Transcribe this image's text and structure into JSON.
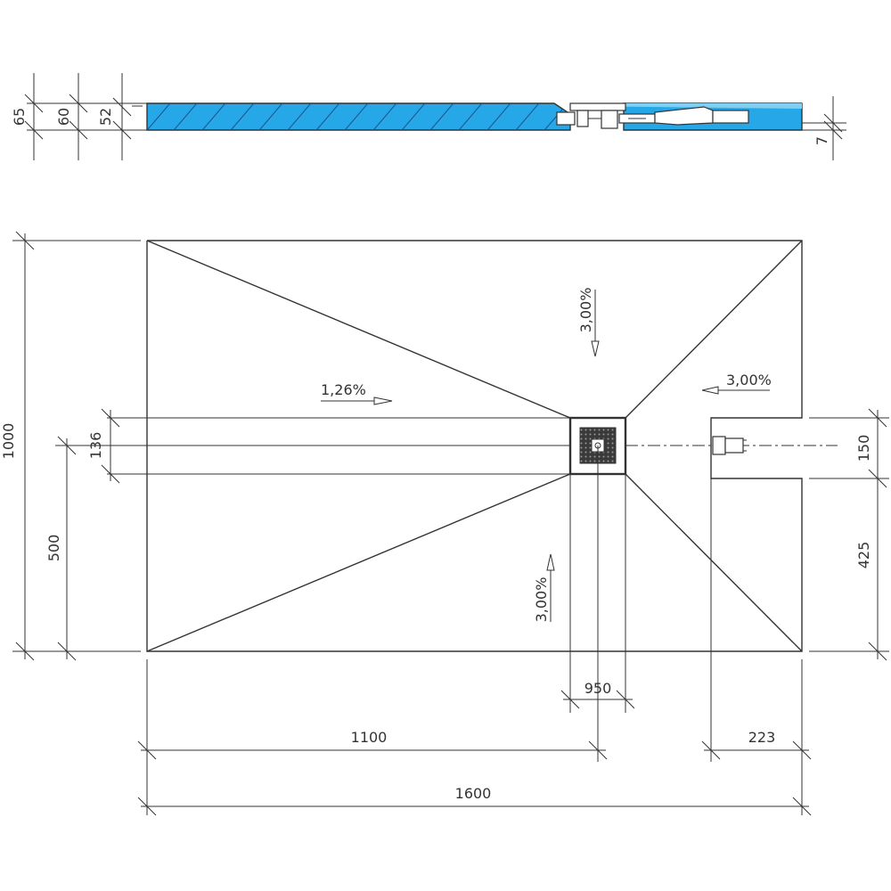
{
  "colors": {
    "line": "#333333",
    "tray_fill": "#26a8e8",
    "hatch": "#1d4f8a",
    "grate": "#3a3a3a"
  },
  "side_view": {
    "dimensions": {
      "total_height": "65",
      "mid_height": "60",
      "drain_height": "52",
      "edge_drop": "7"
    }
  },
  "plan_view": {
    "dimensions": {
      "width": "1000",
      "drain_center_height": "500",
      "channel_width": "136",
      "grate_width": "950",
      "drain_offset": "1100",
      "total_length": "1600",
      "notch_width": "150",
      "notch_offset": "425",
      "notch_depth": "223"
    },
    "slopes": {
      "top_center": "3,00%",
      "left_channel": "1,26%",
      "right_top": "3,00%",
      "bottom_center": "3,00%"
    }
  }
}
